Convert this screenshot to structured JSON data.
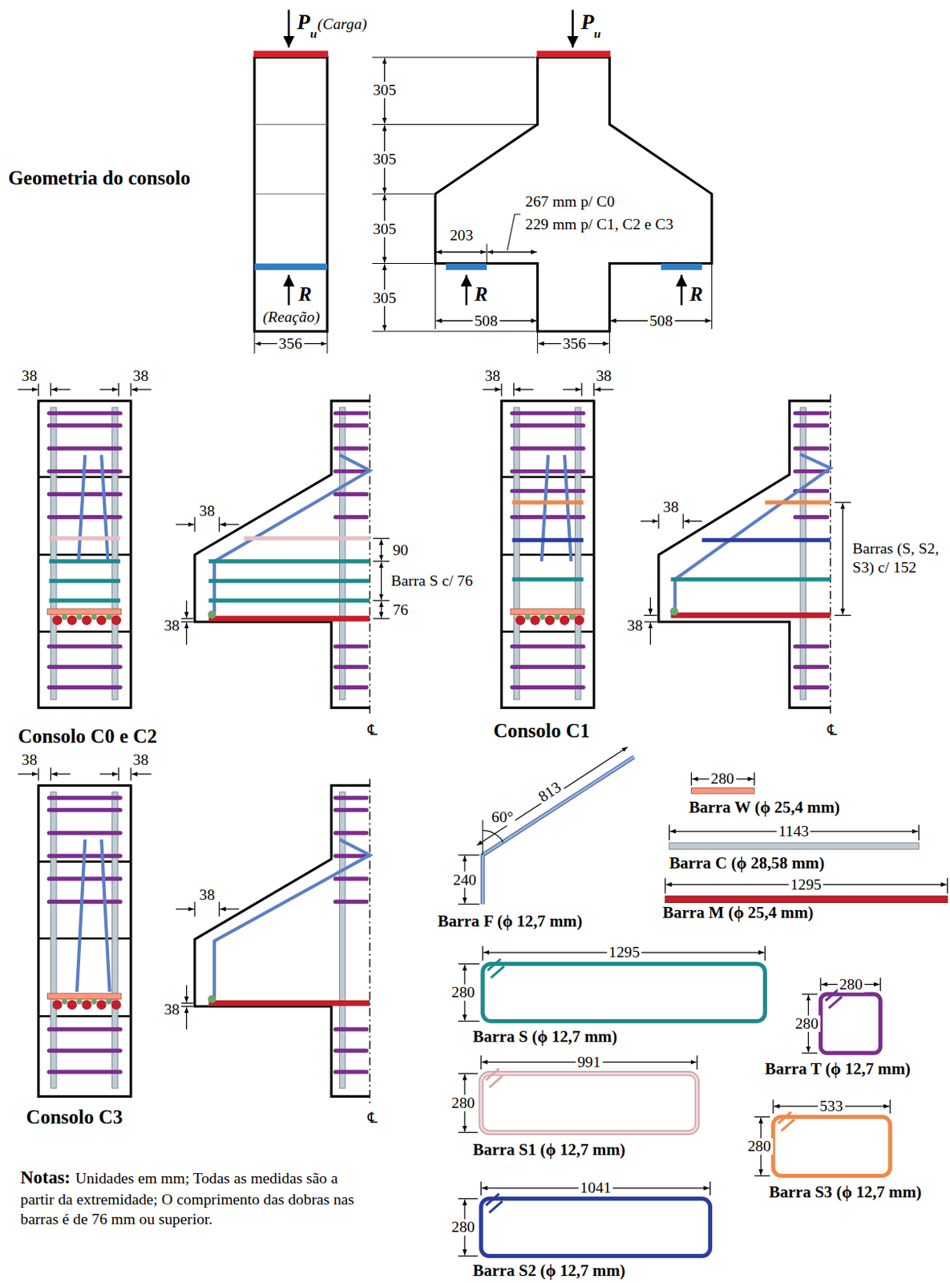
{
  "diagram": {
    "labels": [
      "P",
      "u",
      "(Carga)",
      "P",
      "u",
      "R",
      "(Reação)",
      "R",
      "R",
      "305",
      "305",
      "305",
      "305",
      "356",
      "203",
      "267 mm p/ C0",
      "229 mm p/ C1, C2 e C3",
      "508",
      "508",
      "356",
      "Geometria do consolo",
      "38",
      "38",
      "38",
      "90",
      "Barra S c/ 76",
      "76",
      "38",
      "Consolo C0 e C2",
      "℄",
      "38",
      "38",
      "38",
      "Barras (S, S2, S3) c/ 152",
      "38",
      "Consolo C1",
      "℄",
      "38",
      "38",
      "38",
      "38",
      "Consolo C3",
      "℄",
      "60°",
      "813",
      "240",
      "Barra F (ϕ 12,7 mm)",
      "280",
      "Barra W (ϕ 25,4 mm)",
      "1143",
      "Barra C (ϕ 28,58 mm)",
      "1295",
      "Barra M (ϕ 25,4 mm)",
      "1295",
      "280",
      "Barra S (ϕ 12,7 mm)",
      "280",
      "280",
      "Barra T (ϕ 12,7 mm)",
      "991",
      "280",
      "Barra S1 (ϕ 12,7 mm)",
      "533",
      "280",
      "Barra S3 (ϕ 12,7 mm)",
      "1041",
      "280",
      "Barra S2 (ϕ 12,7 mm)",
      "Notas:",
      "Unidades em mm; Todas as medidas são a partir da extremidade; O comprimento das dobras nas barras é de 76 mm ou superior."
    ]
  }
}
